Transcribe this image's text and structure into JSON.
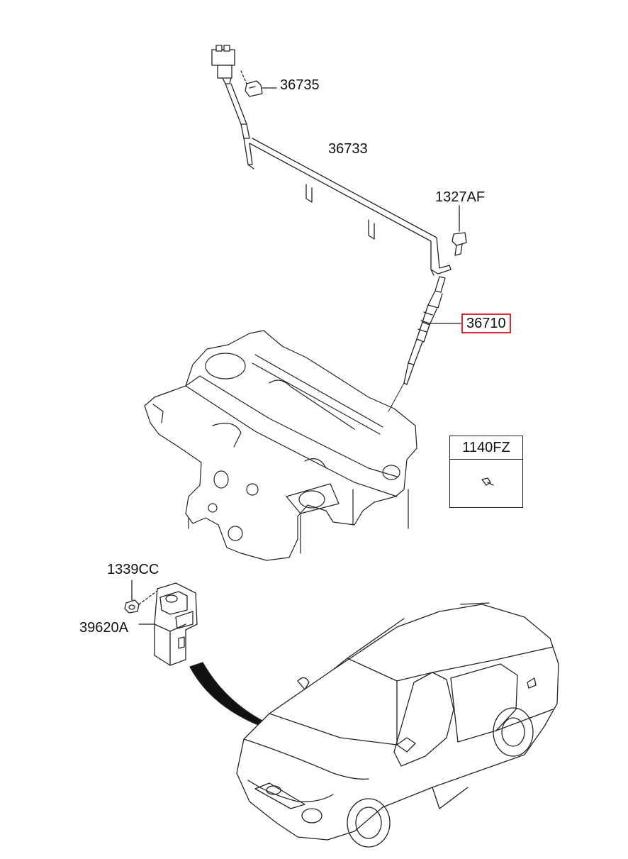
{
  "labels": {
    "p36735": "36735",
    "p36733": "36733",
    "p1327AF": "1327AF",
    "p36710": "36710",
    "p1140FZ": "1140FZ",
    "p1339CC": "1339CC",
    "p39620A": "39620A"
  },
  "highlight_color": "#e0262b"
}
